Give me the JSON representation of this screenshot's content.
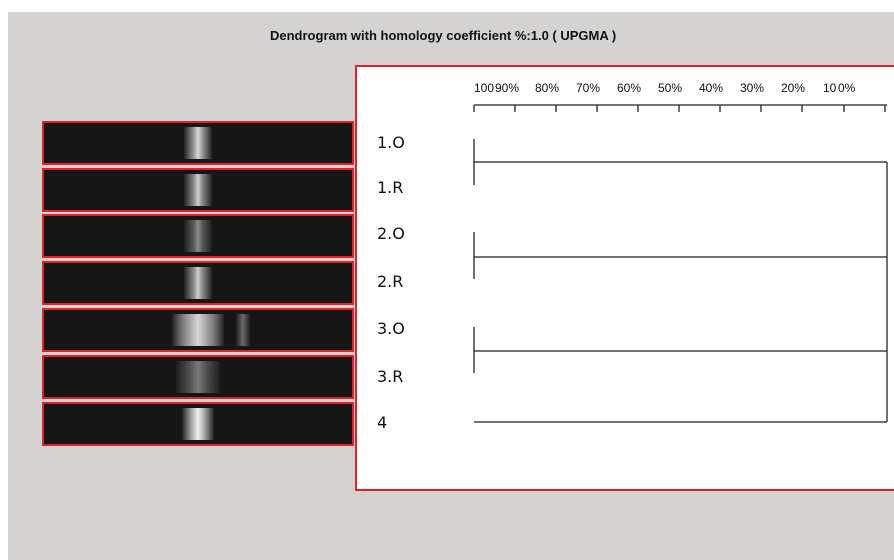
{
  "title": "Dendrogram with homology coefficient %:1.0 ( UPGMA )",
  "scale": {
    "tick_labels": [
      "100",
      "90%",
      "80%",
      "70%",
      "60%",
      "50%",
      "40%",
      "30%",
      "20%",
      "10",
      "0%"
    ]
  },
  "lanes": [
    {
      "label": "1.O"
    },
    {
      "label": "1.R"
    },
    {
      "label": "2.O"
    },
    {
      "label": "2.R"
    },
    {
      "label": "3.O"
    },
    {
      "label": "3.R"
    },
    {
      "label": "4"
    }
  ],
  "clusters": [
    {
      "members": [
        "1.O",
        "1.R"
      ],
      "similarity_percent": 100
    },
    {
      "members": [
        "2.O",
        "2.R"
      ],
      "similarity_percent": 100
    },
    {
      "members": [
        "3.O",
        "3.R"
      ],
      "similarity_percent": 100
    }
  ],
  "colors": {
    "frame_border": "#e0232b",
    "background": "#d4d3d1",
    "gel": "#161616"
  }
}
